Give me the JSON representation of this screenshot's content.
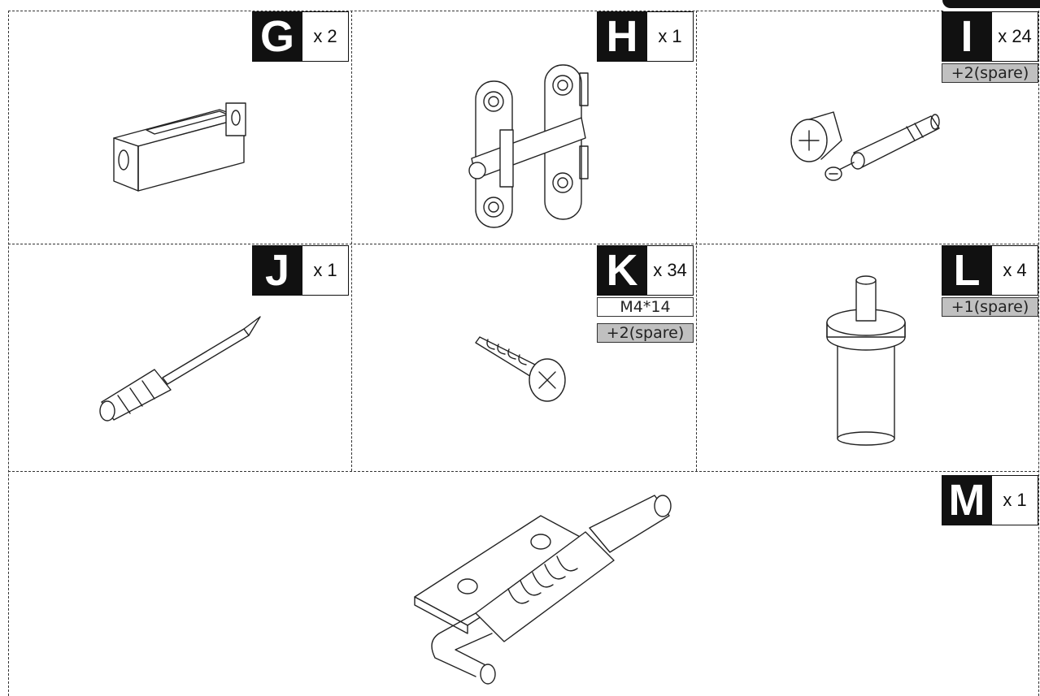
{
  "parts": [
    {
      "id": "G",
      "letter": "G",
      "qty": "x 2",
      "notes": []
    },
    {
      "id": "H",
      "letter": "H",
      "qty": "x 1",
      "notes": []
    },
    {
      "id": "I",
      "letter": "I",
      "qty": "x 24",
      "notes": [
        "+2(spare)"
      ]
    },
    {
      "id": "J",
      "letter": "J",
      "qty": "x 1",
      "notes": []
    },
    {
      "id": "K",
      "letter": "K",
      "qty": "x 34",
      "notes": [
        "M4*14",
        "+2(spare)"
      ]
    },
    {
      "id": "L",
      "letter": "L",
      "qty": "x 4",
      "notes": [
        "+1(spare)"
      ]
    },
    {
      "id": "M",
      "letter": "M",
      "qty": "x 1",
      "notes": []
    }
  ],
  "icons": {
    "G": "magnetic-catch-icon",
    "H": "barrel-latch-icon",
    "I": "cam-lock-and-dowel-icon",
    "J": "screwdriver-icon",
    "K": "wood-screw-icon",
    "L": "shelf-support-pin-icon",
    "M": "spring-latch-bolt-icon"
  },
  "colors": {
    "tag_bg": "#111111",
    "spare_bg": "#c0c0c0",
    "line": "#333333"
  }
}
